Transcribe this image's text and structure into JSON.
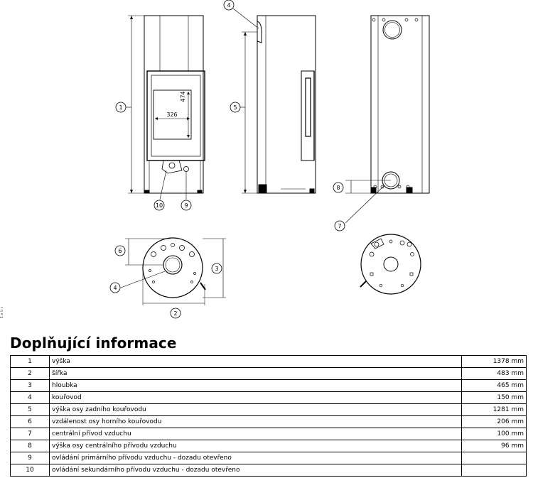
{
  "drawing": {
    "callouts": [
      "1",
      "2",
      "3",
      "4",
      "5",
      "6",
      "7",
      "8",
      "9",
      "10"
    ],
    "glass_width": "326",
    "glass_height": "474",
    "side_note": "E a b c"
  },
  "info": {
    "title": "Doplňující informace",
    "rows": [
      {
        "num": "1",
        "desc": "výška",
        "value": "1378 mm"
      },
      {
        "num": "2",
        "desc": "šířka",
        "value": "483 mm"
      },
      {
        "num": "3",
        "desc": "hloubka",
        "value": "465 mm"
      },
      {
        "num": "4",
        "desc": "kouřovod",
        "value": "150 mm"
      },
      {
        "num": "5",
        "desc": "výška osy zadního kouřovodu",
        "value": "1281 mm"
      },
      {
        "num": "6",
        "desc": "vzdálenost osy horního kouřovodu",
        "value": "206 mm"
      },
      {
        "num": "7",
        "desc": "centrální přívod vzduchu",
        "value": "100 mm"
      },
      {
        "num": "8",
        "desc": "výška osy centrálního přívodu vzduchu",
        "value": "96 mm"
      },
      {
        "num": "9",
        "desc": "ovládání primárního přívodu vzduchu - dozadu otevřeno",
        "value": ""
      },
      {
        "num": "10",
        "desc": "ovládání sekundárního přívodu vzduchu - dozadu otevřeno",
        "value": ""
      }
    ]
  }
}
